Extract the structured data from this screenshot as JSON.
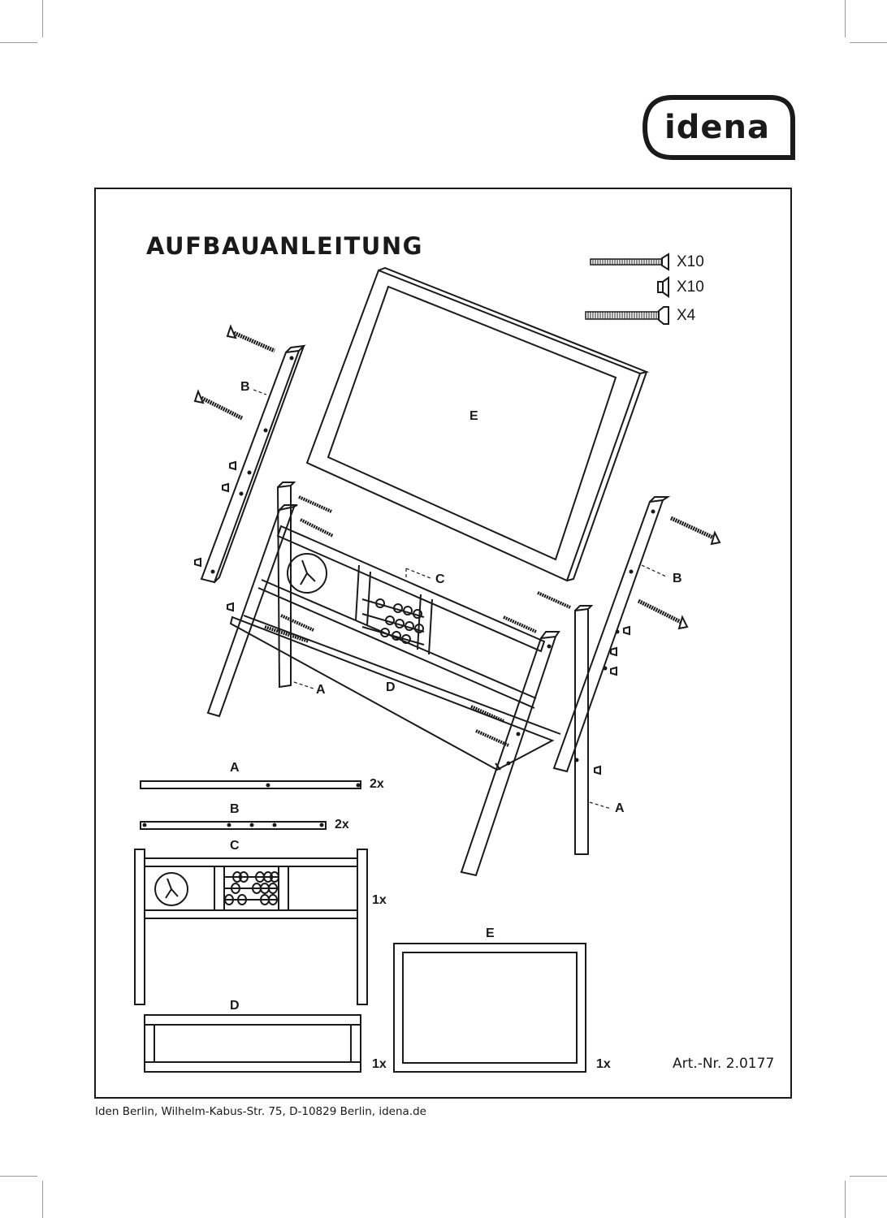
{
  "brand": {
    "logo_text": "idena"
  },
  "title": "AUFBAUANLEITUNG",
  "hardware": [
    {
      "name": "long-screw",
      "icon": "long-screw-icon",
      "qty": "X10"
    },
    {
      "name": "cap-nut",
      "icon": "cap-nut-icon",
      "qty": "X10"
    },
    {
      "name": "bolt",
      "icon": "bolt-icon",
      "qty": "X4"
    }
  ],
  "assembly_labels": {
    "E": "E",
    "B_left": "B",
    "B_right": "B",
    "C": "C",
    "A_left": "A",
    "D": "D",
    "A_right": "A"
  },
  "parts": [
    {
      "letter": "A",
      "qty": "2x"
    },
    {
      "letter": "B",
      "qty": "2x"
    },
    {
      "letter": "C",
      "qty": "1x"
    },
    {
      "letter": "D",
      "qty": "1x"
    },
    {
      "letter": "E",
      "qty": "1x"
    }
  ],
  "article_number": "Art.-Nr. 2.0177",
  "footer": "Iden Berlin, Wilhelm-Kabus-Str. 75, D-10829 Berlin, idena.de",
  "colors": {
    "ink": "#1a1a1a",
    "paper": "#ffffff",
    "crop_marks": "#9a9a9a"
  }
}
